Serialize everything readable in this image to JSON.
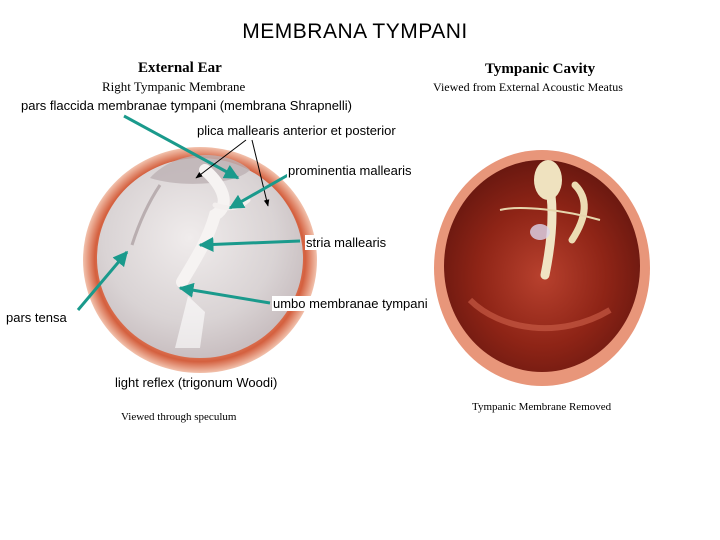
{
  "title": "MEMBRANA TYMPANI",
  "left_panel": {
    "heading": "External Ear",
    "subheading": "Right Tympanic Membrane",
    "caption": "Viewed through speculum"
  },
  "right_panel": {
    "heading": "Tympanic Cavity",
    "subheading": "Viewed from External Acoustic Meatus",
    "caption": "Tympanic Membrane Removed"
  },
  "labels": {
    "pars_flaccida": "pars flaccida membranae tympani (membrana Shrapnelli)",
    "plica": "plica mallearis anterior et posterior",
    "prominentia": "prominentia mallearis",
    "stria": "stria mallearis",
    "umbo": "umbo membranae tympani",
    "pars_tensa": "pars tensa",
    "light_reflex": "light reflex (trigonum Woodi)"
  },
  "colors": {
    "pointer": "#1a9a8c",
    "rim": "#d8694a",
    "membrane": "#ddd6d6",
    "cavity": "#9e2a1c"
  }
}
